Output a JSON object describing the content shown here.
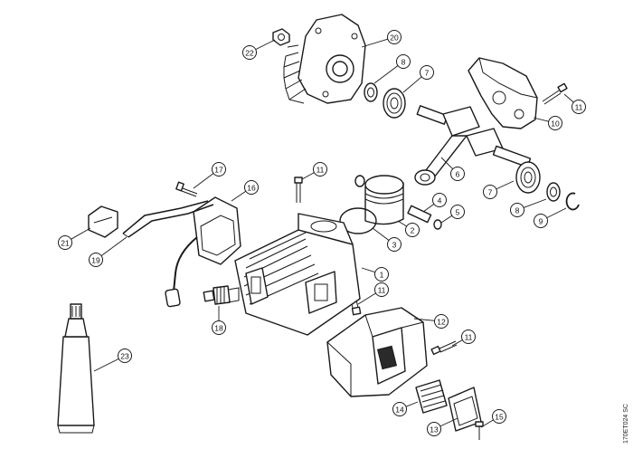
{
  "drawing_code": "170ET024 SC",
  "callouts": [
    {
      "num": "1"
    },
    {
      "num": "2"
    },
    {
      "num": "3"
    },
    {
      "num": "4"
    },
    {
      "num": "5"
    },
    {
      "num": "6"
    },
    {
      "num": "7"
    },
    {
      "num": "7"
    },
    {
      "num": "8"
    },
    {
      "num": "8"
    },
    {
      "num": "9"
    },
    {
      "num": "10"
    },
    {
      "num": "11"
    },
    {
      "num": "11"
    },
    {
      "num": "11"
    },
    {
      "num": "11"
    },
    {
      "num": "12"
    },
    {
      "num": "13"
    },
    {
      "num": "14"
    },
    {
      "num": "15"
    },
    {
      "num": "16"
    },
    {
      "num": "17"
    },
    {
      "num": "18"
    },
    {
      "num": "19"
    },
    {
      "num": "20"
    },
    {
      "num": "21"
    },
    {
      "num": "22"
    },
    {
      "num": "23"
    }
  ]
}
